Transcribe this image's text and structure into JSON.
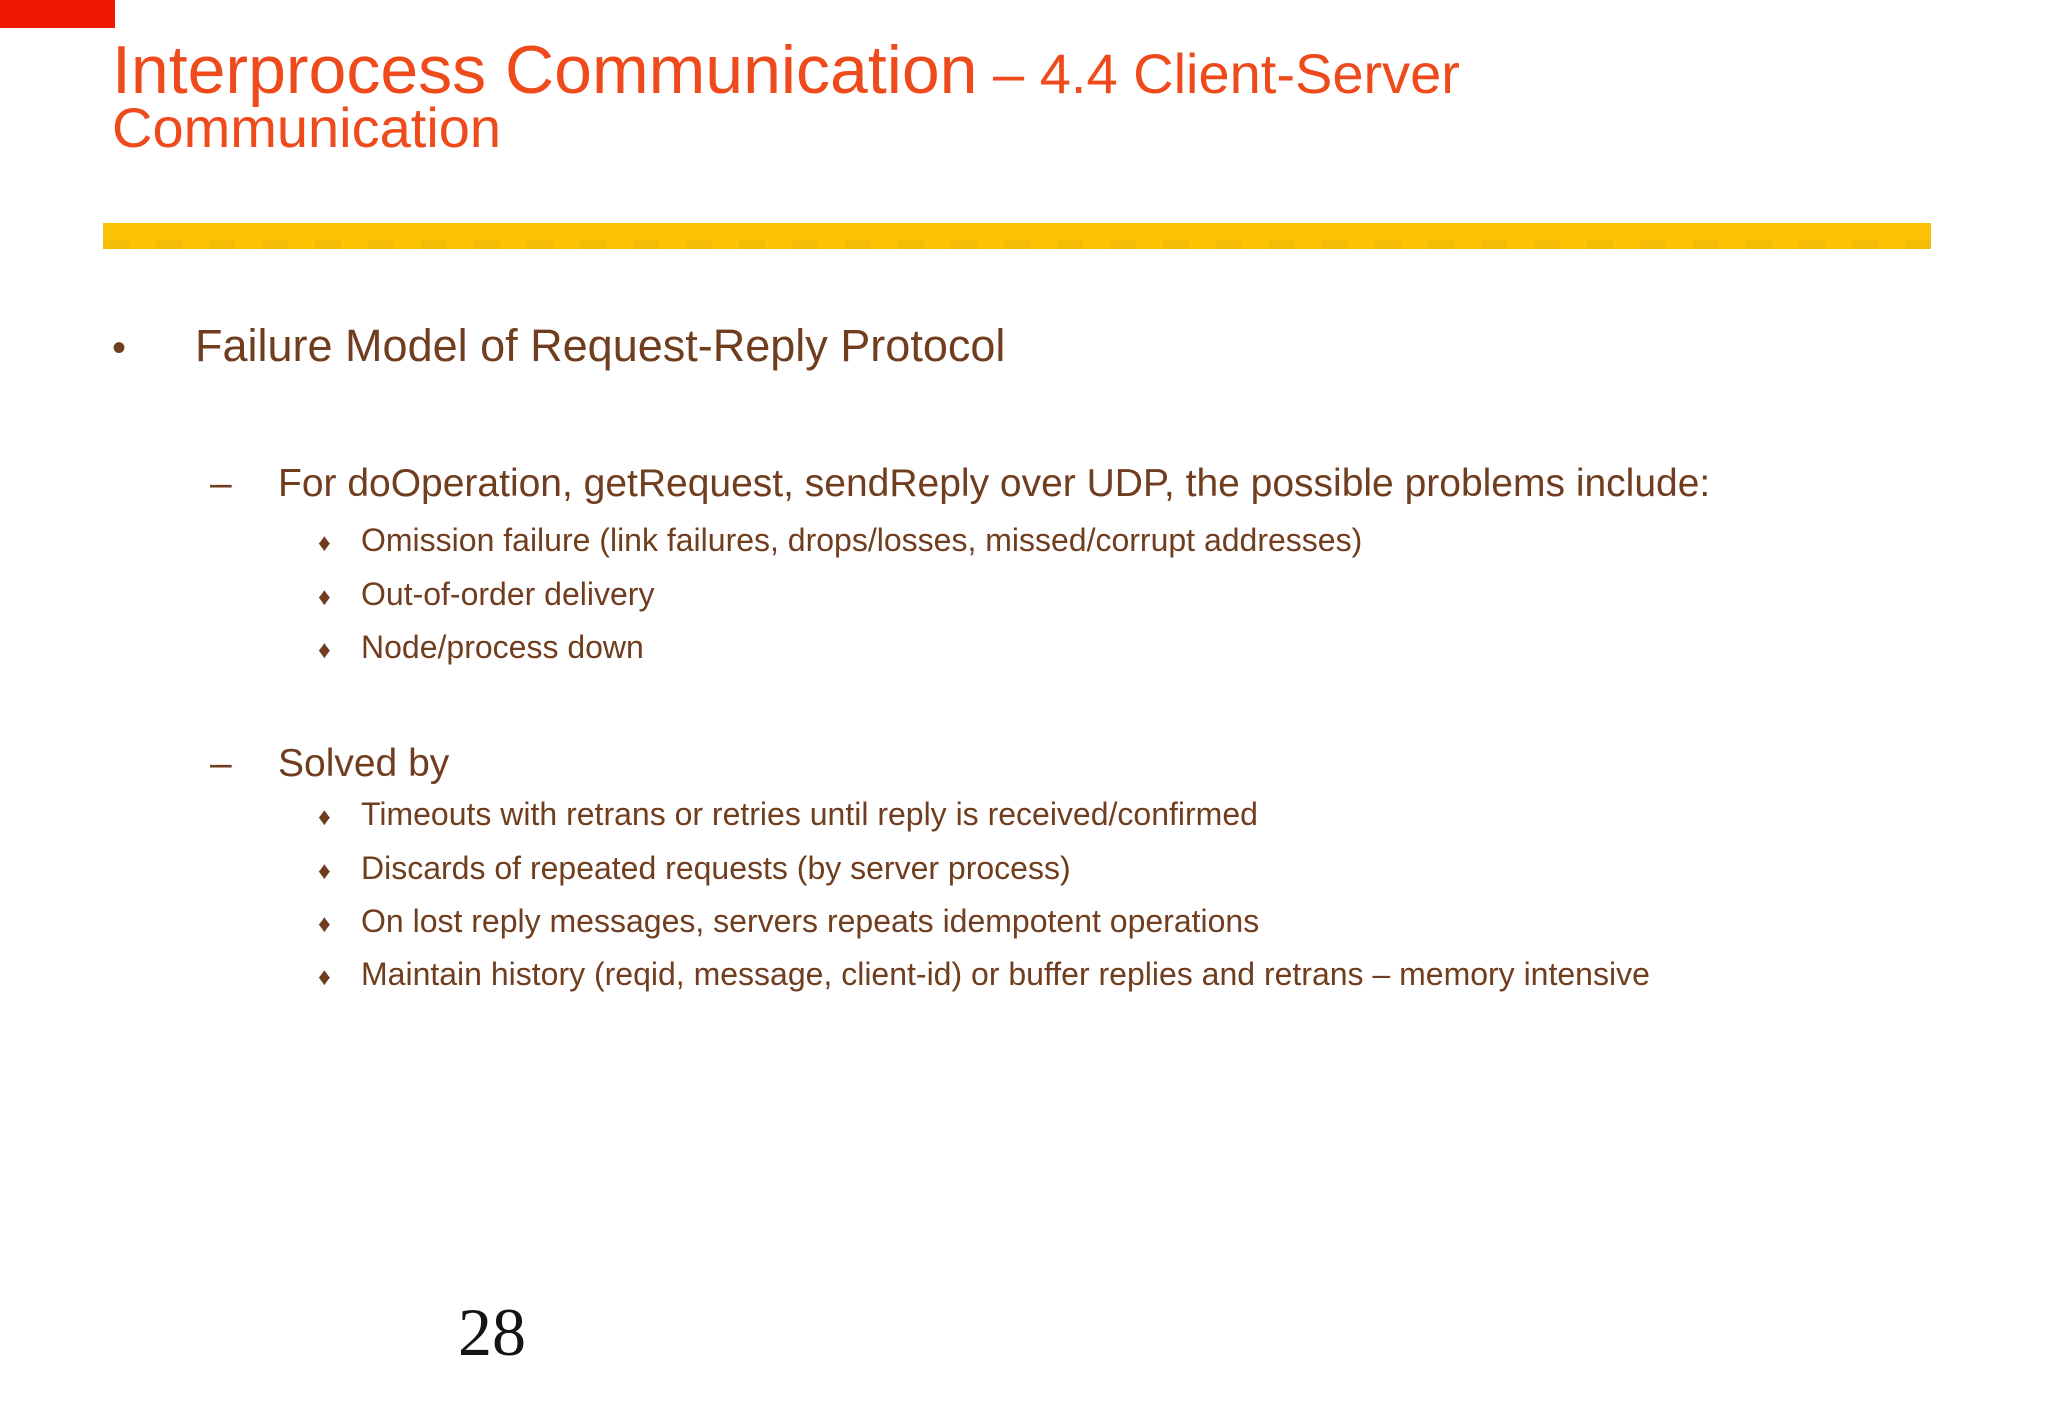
{
  "page": {
    "background_color": "#ffffff",
    "page_number": "28"
  },
  "decorations": {
    "corner_marker_color": "#f01800",
    "divider_color": "#fbc303",
    "divider_dash_color": "#eeb606"
  },
  "title": {
    "line1_main": "Interprocess Communication",
    "line1_suffix": " – 4.4 Client-Server",
    "line2": "Communication",
    "color": "#ee4a1b"
  },
  "glyphs": {
    "level1_bullet": "•",
    "level2_bullet": "–",
    "level3_bullet": "♦"
  },
  "content": {
    "text_color": "#703d1e",
    "heading": "Failure Model of Request-Reply Protocol",
    "sections": [
      {
        "label": "For doOperation, getRequest, sendReply over UDP, the possible problems include:",
        "items": [
          "Omission failure (link failures, drops/losses, missed/corrupt addresses)",
          "Out-of-order delivery",
          "Node/process down"
        ]
      },
      {
        "label": "Solved by",
        "items": [
          "Timeouts with retrans or retries until reply is received/confirmed",
          "Discards of repeated requests (by server process)",
          "On lost reply messages, servers repeats idempotent operations",
          "Maintain history (reqid, message, client-id) or buffer replies and retrans – memory intensive"
        ]
      }
    ]
  }
}
